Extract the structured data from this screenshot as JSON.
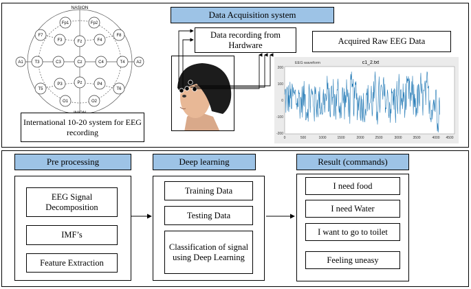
{
  "electrodes": {
    "nasion": "NASION",
    "inion": "INION",
    "fp1": "Fp1",
    "fp2": "Fp2",
    "f7": "F7",
    "f3": "F3",
    "fz": "Fz",
    "f4": "F4",
    "f8": "F8",
    "a1": "A1",
    "t3": "T3",
    "c3": "C3",
    "cz": "Cz",
    "c4": "C4",
    "t4": "T4",
    "a2": "A2",
    "t5": "T5",
    "p3": "P3",
    "pz": "Pz",
    "p4": "P4",
    "t6": "T6",
    "o1": "O1",
    "o2": "O2"
  },
  "system_label": "International 10-20 system for EEG recording",
  "acquisition": {
    "title": "Data Acquisition system",
    "recording": "Data recording from Hardware",
    "raw": "Acquired Raw EEG Data"
  },
  "waveform": {
    "left_title": "EEG waveform",
    "title": "c1_2.txt",
    "y_ticks": [
      "200",
      "100",
      "0",
      "-100",
      "-200"
    ],
    "x_ticks": [
      "0",
      "500",
      "1000",
      "1500",
      "2000",
      "2500",
      "3000",
      "3500",
      "4000",
      "4500"
    ],
    "line_color": "#1f77b4"
  },
  "preprocessing": {
    "title": "Pre processing",
    "items": [
      "EEG Signal Decomposition",
      "IMF’s",
      "Feature Extraction"
    ]
  },
  "deep_learning": {
    "title": "Deep learning",
    "items": [
      "Training Data",
      "Testing Data",
      "Classification of signal using Deep Learning"
    ]
  },
  "result": {
    "title": "Result (commands)",
    "items": [
      "I need food",
      "I need Water",
      "I want to go to toilet",
      "Feeling uneasy"
    ]
  },
  "colors": {
    "header": "#9dc3e6",
    "plot_bg": "#ebebeb"
  }
}
